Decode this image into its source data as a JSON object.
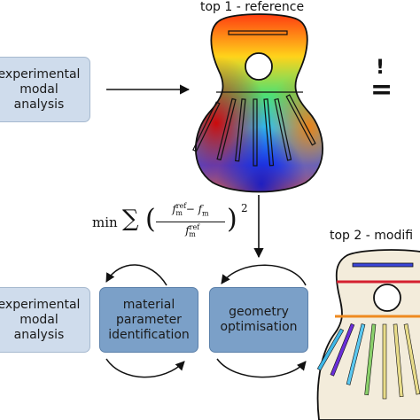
{
  "labels": {
    "top1": "top 1 - reference",
    "top2": "top 2 - modifi"
  },
  "boxes": {
    "ema_top_line1": "experimental",
    "ema_top_line2": "modal",
    "ema_top_line3": "analysis",
    "ema_bottom_line1": "experimental",
    "ema_bottom_line2": "modal",
    "ema_bottom_line3": "analysis",
    "mpi_line1": "material",
    "mpi_line2": "parameter",
    "mpi_line3": "identification",
    "geo_line1": "geometry",
    "geo_line2": "optimisation"
  },
  "formula": {
    "min": "min",
    "sum": "∑",
    "num": "f_m^ref − f_m",
    "num_main": "f",
    "num_sup": "ref",
    "num_sub": "m",
    "minus": " − f",
    "minus_sub": "m",
    "den_main": "f",
    "den_sup": "ref",
    "den_sub": "m",
    "power": "2"
  },
  "symbols": {
    "question": "!",
    "equals": "="
  },
  "colors": {
    "light_box": "#cfdcec",
    "dark_box": "#7ba0c8",
    "modified_body": "#f3ecdb"
  }
}
